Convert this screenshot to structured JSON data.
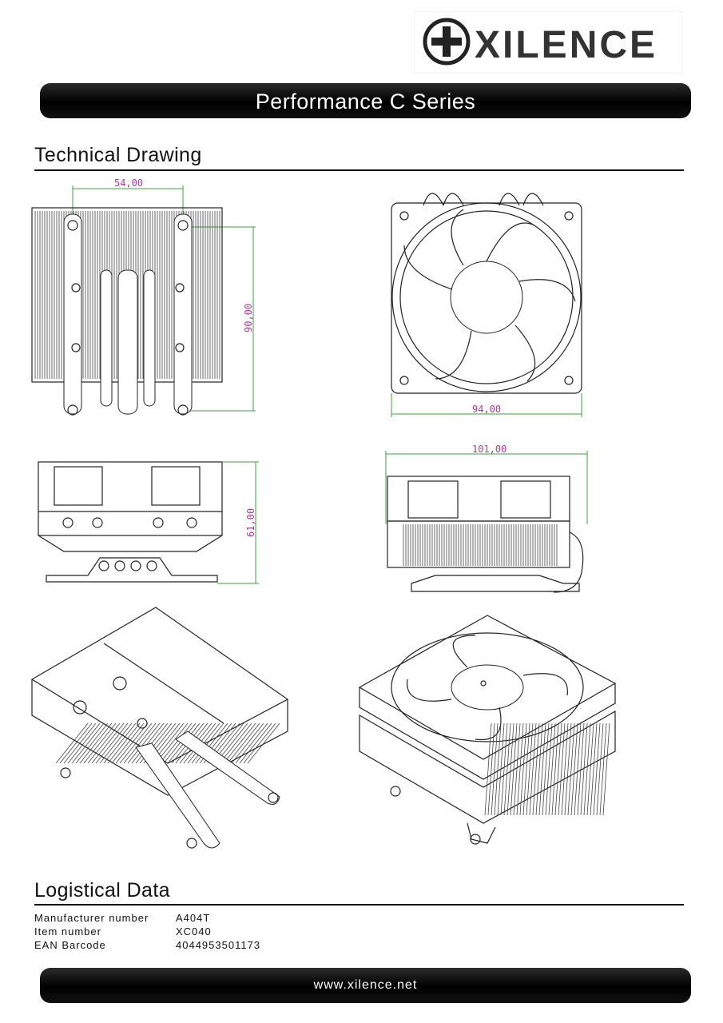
{
  "brand": {
    "name": "XILENCE"
  },
  "header": {
    "title": "Performance C Series"
  },
  "sections": {
    "technical": {
      "title": "Technical Drawing"
    },
    "logistical": {
      "title": "Logistical Data"
    }
  },
  "dimensions": {
    "top_width": "54,00",
    "top_height": "90,00",
    "fan_width": "94,00",
    "front_height": "61,00",
    "side_width": "101,00"
  },
  "logistics": [
    {
      "label": "Manufacturer number",
      "value": "A404T"
    },
    {
      "label": "Item number",
      "value": "XC040"
    },
    {
      "label": "EAN Barcode",
      "value": "4044953501173"
    }
  ],
  "footer": {
    "url": "www.xilence.net"
  },
  "colors": {
    "banner": "#000000",
    "dimension_text": "#b03a9a",
    "dimension_line": "#3aa53a"
  }
}
